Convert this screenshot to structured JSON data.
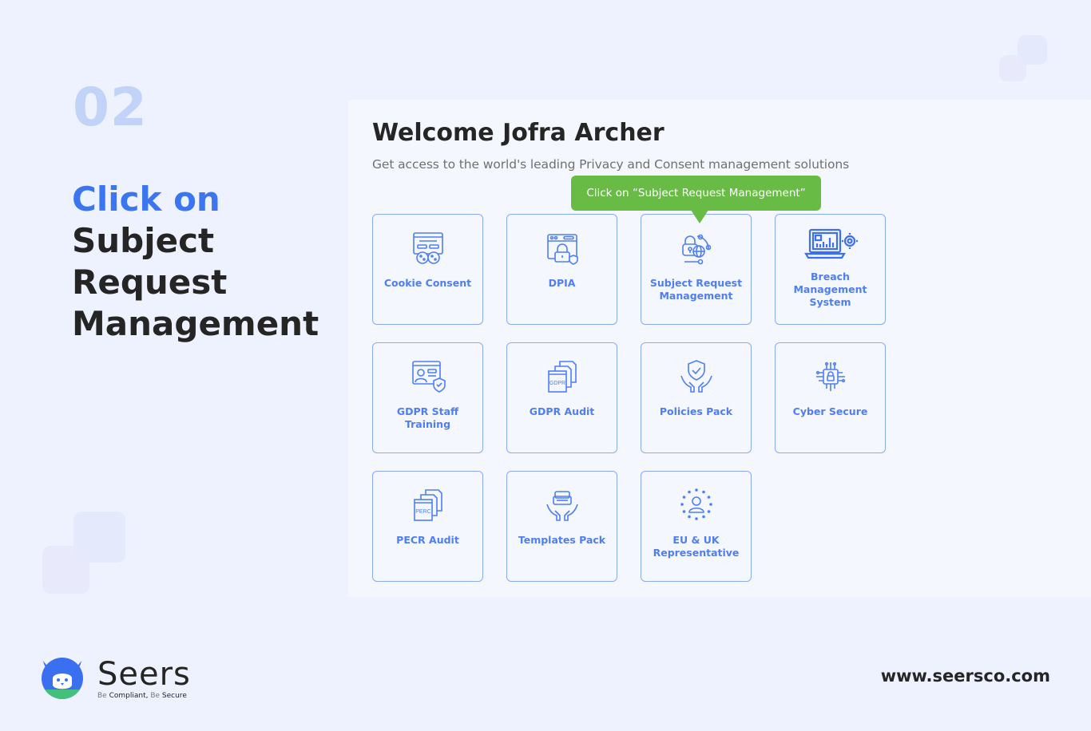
{
  "step": {
    "number": "02"
  },
  "headline": {
    "accent": "Click on",
    "lines": [
      "Subject",
      "Request",
      "Management"
    ]
  },
  "panel": {
    "title": "Welcome Jofra Archer",
    "subtitle": "Get access to the world's leading Privacy and Consent management solutions",
    "tooltip": "Click on “Subject Request Management”",
    "cards": [
      {
        "label": "Cookie Consent",
        "icon": "cookie-consent-icon"
      },
      {
        "label": "DPIA",
        "icon": "dpia-lock-icon"
      },
      {
        "label": "Subject Request Management",
        "icon": "subject-request-icon"
      },
      {
        "label": "Breach Management System",
        "icon": "breach-laptop-icon"
      },
      {
        "label": "GDPR Staff Training",
        "icon": "staff-training-icon"
      },
      {
        "label": "GDPR Audit",
        "icon": "gdpr-docs-icon"
      },
      {
        "label": "Policies Pack",
        "icon": "policies-shield-hands-icon"
      },
      {
        "label": "Cyber Secure",
        "icon": "cyber-chip-icon"
      },
      {
        "label": "PECR Audit",
        "icon": "pecr-docs-icon"
      },
      {
        "label": "Templates Pack",
        "icon": "templates-hands-icon"
      },
      {
        "label": "EU & UK Representative",
        "icon": "eu-stars-person-icon"
      }
    ]
  },
  "footer": {
    "brand_name": "Seers",
    "tagline_be1": "Be",
    "tagline_mid": " Compliant, ",
    "tagline_be2": "Be",
    "tagline_end": " Secure",
    "website": "www.seersco.com"
  },
  "colors": {
    "accent": "#3b76f0",
    "card_text": "#4f7ef0",
    "tooltip": "#68bb45",
    "number": "#c2d3f8"
  }
}
